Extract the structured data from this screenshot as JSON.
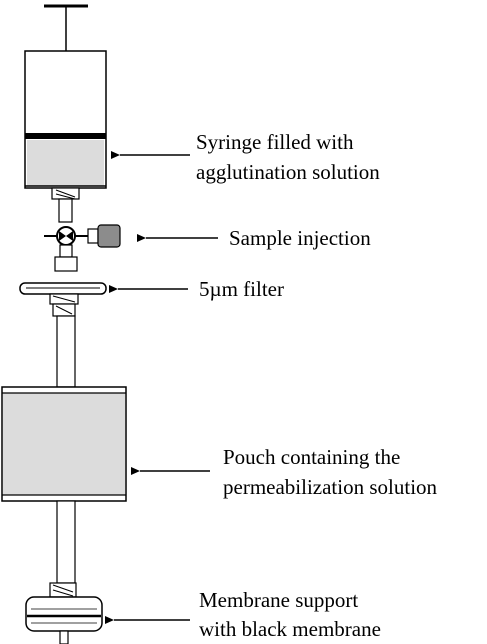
{
  "labels": {
    "syringe_line1": "Syringe filled with",
    "syringe_line2": "agglutination solution",
    "sample_injection": "Sample injection",
    "filter": "5µm filter",
    "pouch_line1": "Pouch containing the",
    "pouch_line2": "permeabilization solution",
    "membrane_line1": "Membrane support",
    "membrane_line2": "with black membrane"
  },
  "colors": {
    "outline": "#000000",
    "solution_fill": "#dcdcdc",
    "valve_cap": "#8c8c8c",
    "tube_fill": "#ffffff"
  }
}
